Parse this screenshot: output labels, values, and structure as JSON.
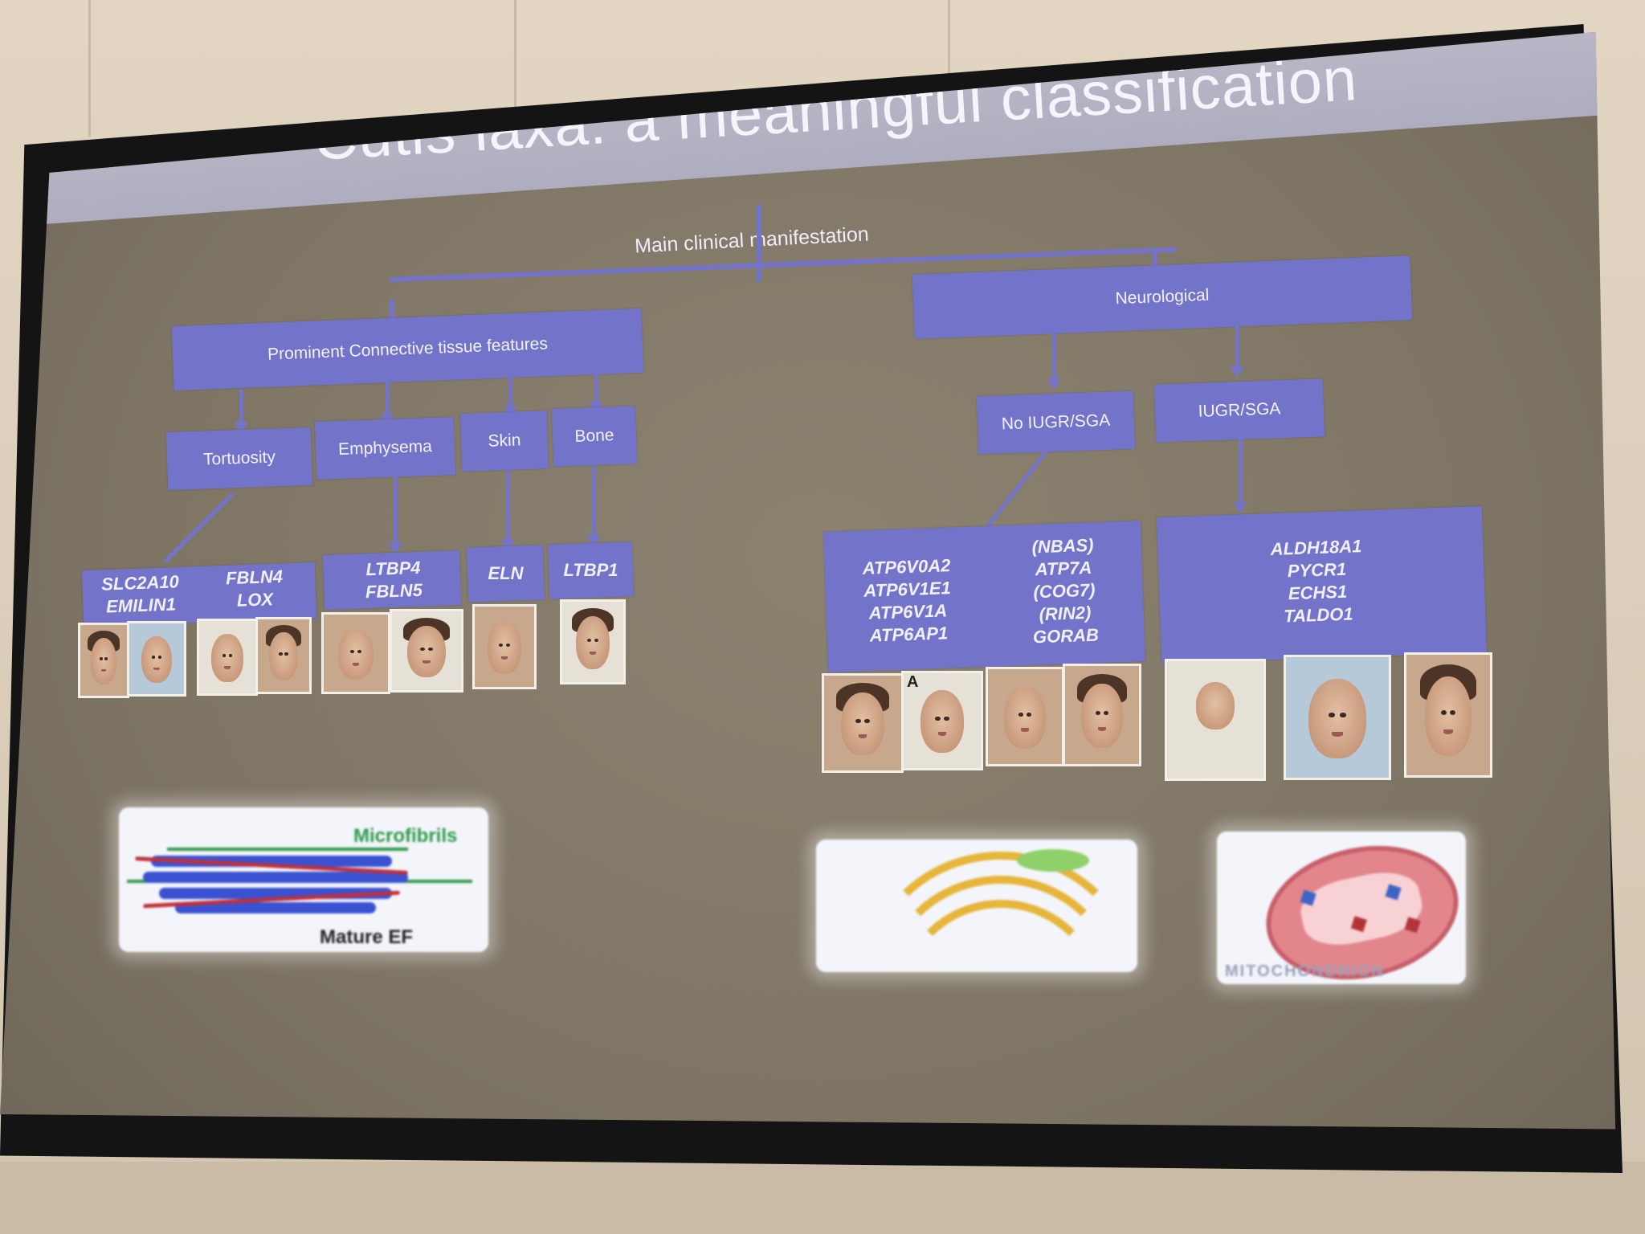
{
  "slide": {
    "title": "Cutis laxa: a meaningful classification",
    "root_label": "Main clinical manifestation"
  },
  "branches": {
    "connective": {
      "label": "Prominent Connective tissue features",
      "subcategories": [
        {
          "label": "Tortuosity"
        },
        {
          "label": "Emphysema"
        },
        {
          "label": "Skin"
        },
        {
          "label": "Bone"
        }
      ],
      "gene_groups": [
        {
          "genes": [
            "SLC2A10",
            "EMILIN1"
          ]
        },
        {
          "genes": [
            "FBLN4",
            "LOX"
          ]
        },
        {
          "genes": [
            "LTBP4",
            "FBLN5"
          ]
        },
        {
          "genes": [
            "ELN"
          ]
        },
        {
          "genes": [
            "LTBP1"
          ]
        }
      ]
    },
    "neurological": {
      "label": "Neurological",
      "subcategories": [
        {
          "label": "No IUGR/SGA"
        },
        {
          "label": "IUGR/SGA"
        }
      ],
      "gene_groups": [
        {
          "genes": [
            "ATP6V0A2",
            "ATP6V1E1",
            "ATP6V1A",
            "ATP6AP1"
          ]
        },
        {
          "genes": [
            "(NBAS)",
            "ATP7A",
            "(COG7)",
            "(RIN2)",
            "GORAB"
          ]
        },
        {
          "genes": [
            "ALDH18A1",
            "PYCR1",
            "ECHS1",
            "TALDO1"
          ]
        }
      ]
    }
  },
  "figures": {
    "microfibrils_label": "Microfibrils",
    "mature_ef_label": "Mature EF",
    "mitochondrion_label": "MITOCHONDRION",
    "photo_letter": "A"
  },
  "colors": {
    "box": "#7374c9",
    "screen": "#7f7666",
    "title_band": "#aeadbf"
  }
}
